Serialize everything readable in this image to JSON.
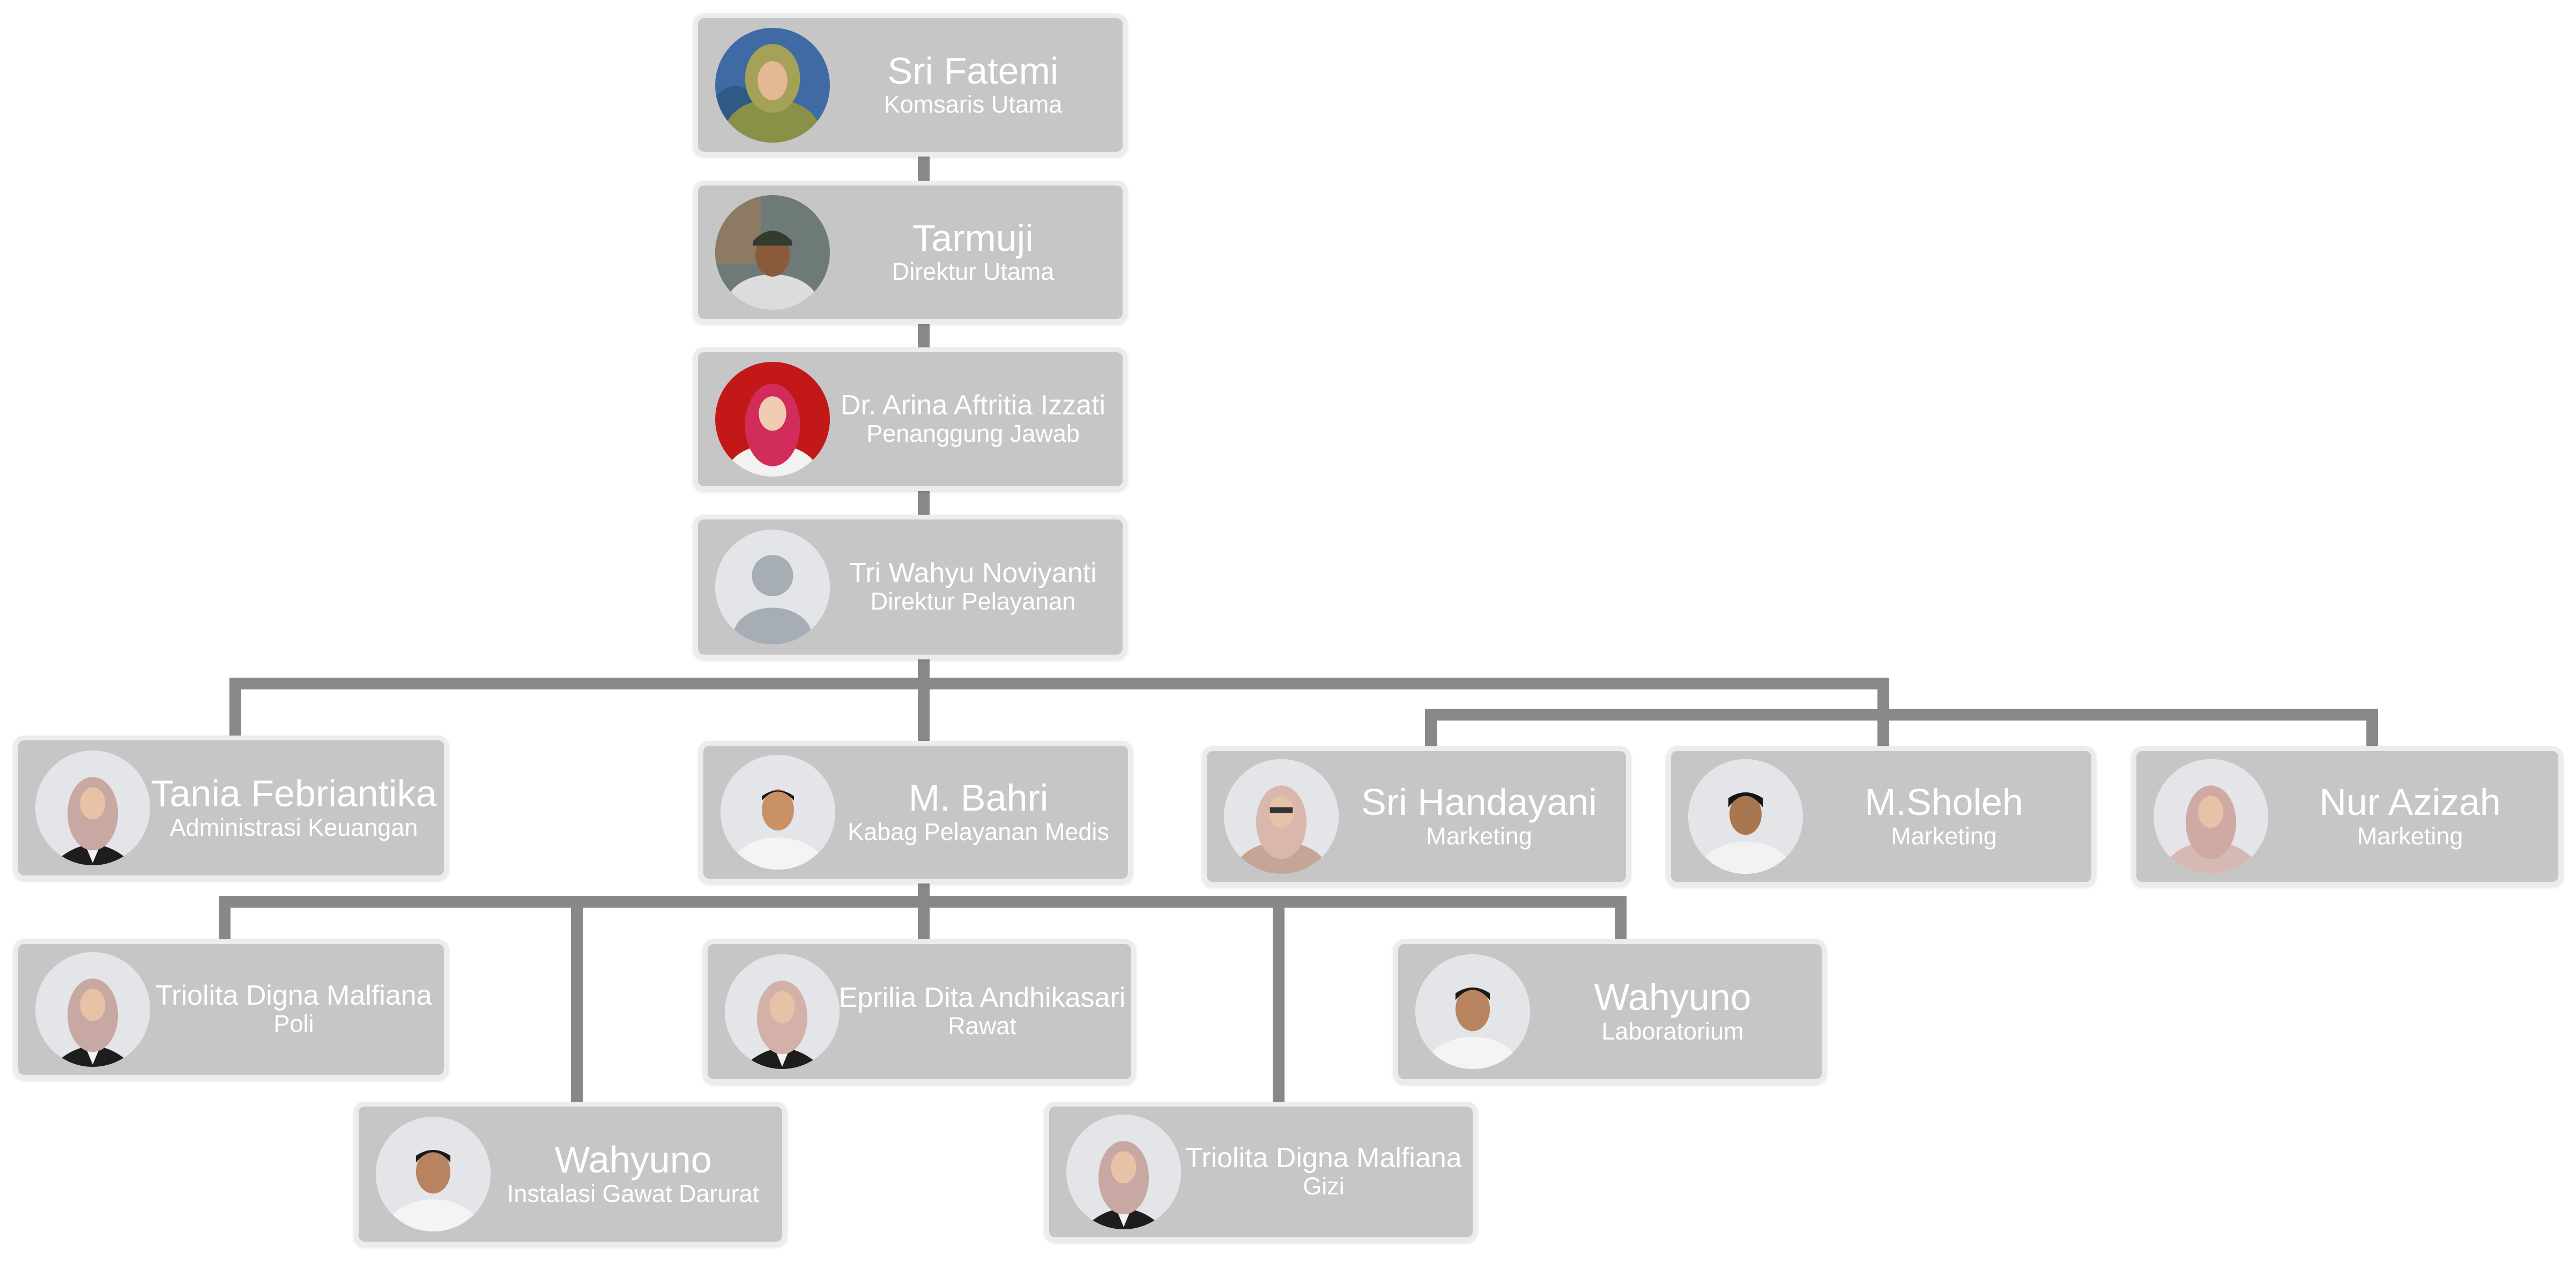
{
  "org_chart": {
    "colors": {
      "card_fill": "#c6c6c6",
      "card_border": "#ececec",
      "connector": "#888888",
      "text": "#ffffff"
    },
    "nodes": [
      {
        "id": "n1",
        "name": "Sri Fatemi",
        "role": "Komsaris Utama",
        "avatar": "hijab-green-photo"
      },
      {
        "id": "n2",
        "name": "Tarmuji",
        "role": "Direktur Utama",
        "avatar": "man-cap-photo"
      },
      {
        "id": "n3",
        "name": "Dr. Arina Aftritia Izzati",
        "role": "Penanggung Jawab",
        "avatar": "hijab-red-photo"
      },
      {
        "id": "n4",
        "name": "Tri Wahyu Noviyanti",
        "role": "Direktur Pelayanan",
        "avatar": "default-user-icon"
      },
      {
        "id": "n5",
        "name": "Tania Febriantika",
        "role": "Administrasi Keuangan",
        "avatar": "hijab-pink-photo"
      },
      {
        "id": "n6",
        "name": "M. Bahri",
        "role": "Kabag Pelayanan Medis",
        "avatar": "man-photo"
      },
      {
        "id": "n7",
        "name": "Sri Handayani",
        "role": "Marketing",
        "avatar": "hijab-glasses-photo"
      },
      {
        "id": "n8",
        "name": "M.Sholeh",
        "role": "Marketing",
        "avatar": "young-man-photo"
      },
      {
        "id": "n9",
        "name": "Nur Azizah",
        "role": "Marketing",
        "avatar": "hijab-pink-photo"
      },
      {
        "id": "n10",
        "name": "Triolita Digna Malfiana",
        "role": "Poli",
        "avatar": "hijab-pink-photo"
      },
      {
        "id": "n11",
        "name": "Eprilia Dita Andhikasari",
        "role": "Rawat",
        "avatar": "hijab-pink-photo"
      },
      {
        "id": "n12",
        "name": "Wahyuno",
        "role": "Laboratorium",
        "avatar": "man-photo"
      },
      {
        "id": "n13",
        "name": "Wahyuno",
        "role": "Instalasi Gawat Darurat",
        "avatar": "man-photo"
      },
      {
        "id": "n14",
        "name": "Triolita Digna Malfiana",
        "role": "Gizi",
        "avatar": "hijab-pink-photo"
      }
    ]
  }
}
